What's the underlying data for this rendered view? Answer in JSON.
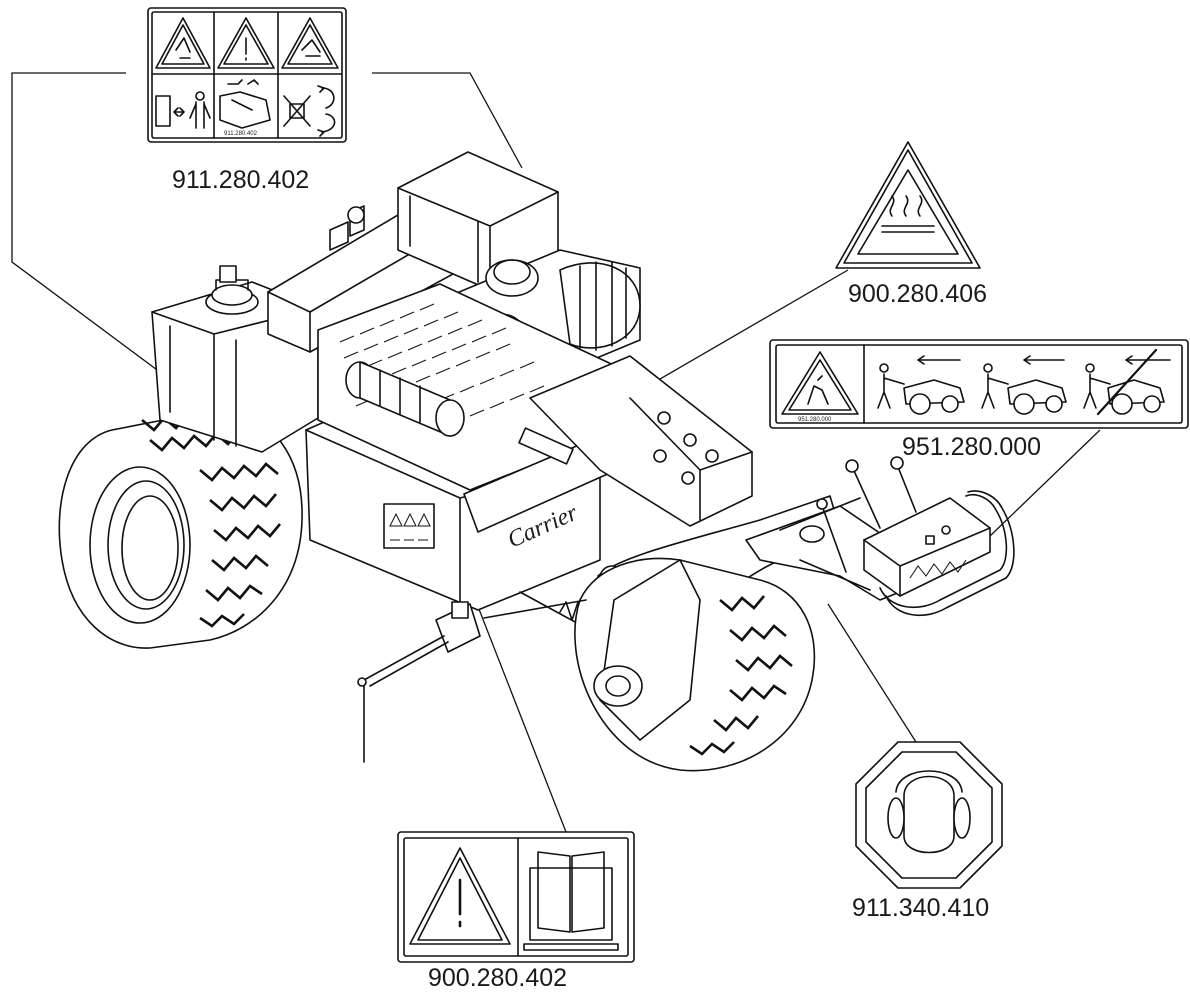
{
  "decals": [
    {
      "id": "operator-warning-decal",
      "part_number": "911.280.402",
      "print": "911.280.402"
    },
    {
      "id": "hot-surface-decal",
      "part_number": "900.280.406"
    },
    {
      "id": "reverse-caution-decal",
      "part_number": "951.280.000",
      "print": "951.280.000"
    },
    {
      "id": "manual-warning-decal",
      "part_number": "900.280.402"
    },
    {
      "id": "hearing-protection-decal",
      "part_number": "911.340.410"
    }
  ],
  "machine": {
    "brand_label": "Carrier"
  }
}
